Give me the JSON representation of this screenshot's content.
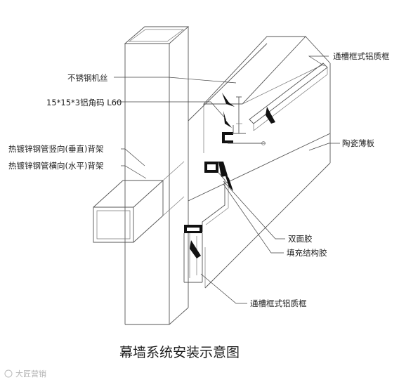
{
  "labels": {
    "stainless_wire": "不锈钢机丝",
    "angle_code": "15*15*3铝角码 L60",
    "vertical_frame": "热镀锌钢管竖向(垂直)背架",
    "horizontal_frame": "热镀锌钢管横向(水平)背架",
    "top_frame": "通槽框式铝质框",
    "ceramic_panel": "陶瓷薄板",
    "double_tape": "双面胶",
    "structural_glue": "填充结构胶",
    "bottom_frame": "通槽框式铝质框"
  },
  "title": "幕墙系统安装示意图",
  "watermark": "大匠营销"
}
